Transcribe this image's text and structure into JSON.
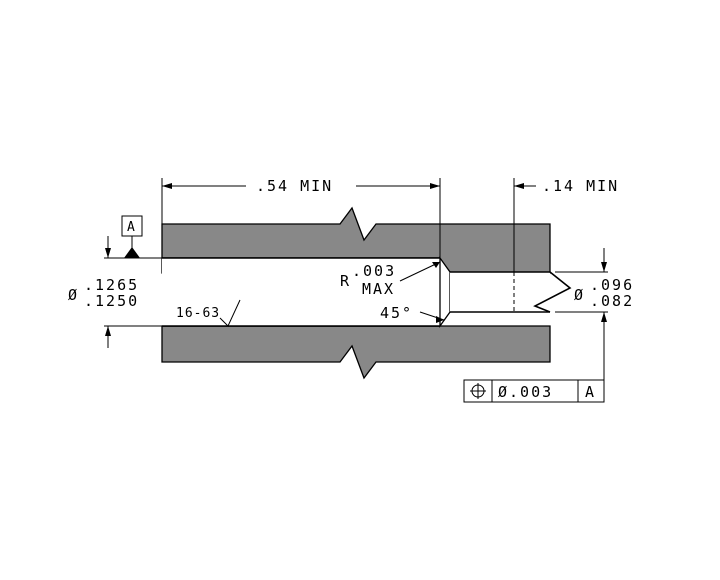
{
  "dimensions": {
    "bore_depth": ".54 MIN",
    "step_depth": ".14 MIN",
    "bore_dia_prefix": "Ø",
    "bore_dia_upper": ".1265",
    "bore_dia_lower": ".1250",
    "hole_dia_prefix": "Ø",
    "hole_dia_upper": ".096",
    "hole_dia_lower": ".082",
    "radius_prefix": "R",
    "radius_value": ".003",
    "radius_note": "MAX",
    "chamfer_angle": "45°",
    "surface_finish": "16-63"
  },
  "datum": {
    "label": "A"
  },
  "feature_control_frame": {
    "symbol": "position-icon",
    "tolerance": "Ø.003",
    "datum_ref": "A"
  },
  "colors": {
    "material": "#888888",
    "line": "#000000"
  }
}
